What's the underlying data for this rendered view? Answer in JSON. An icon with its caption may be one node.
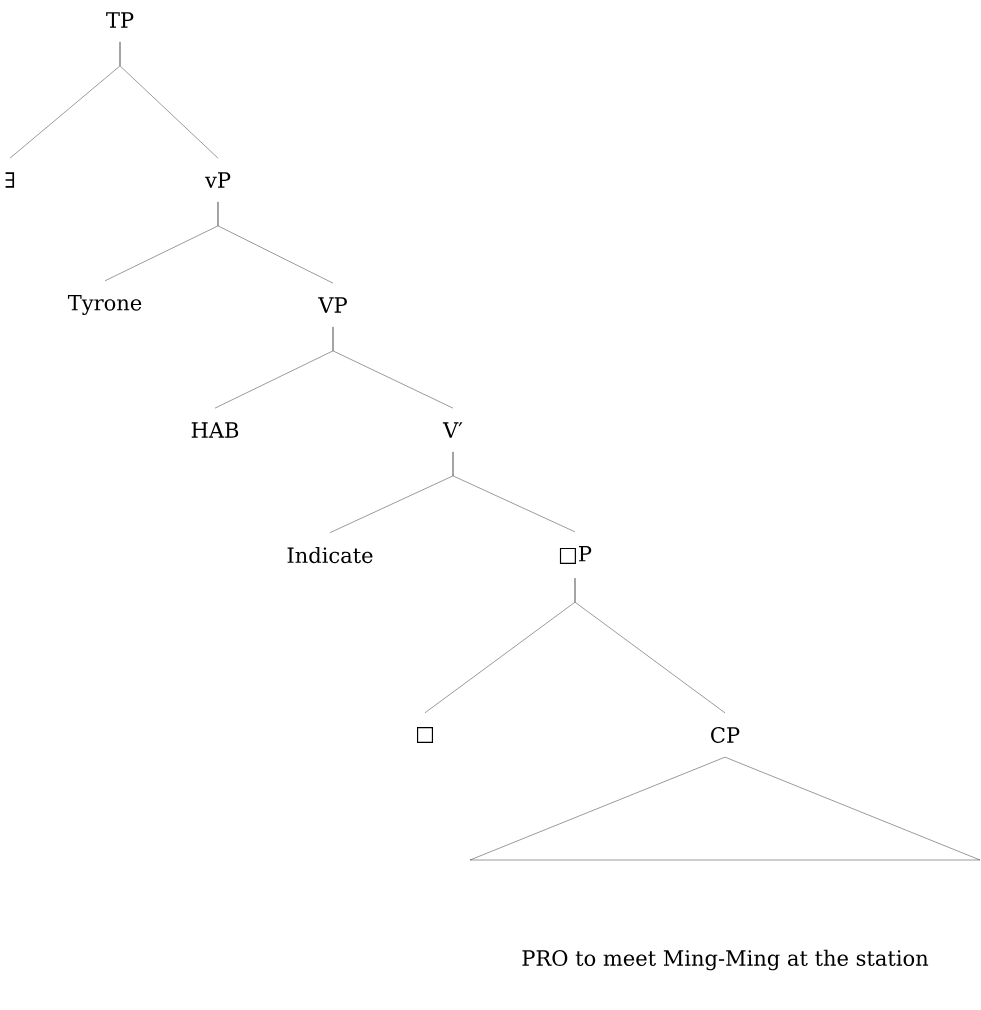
{
  "diagram": {
    "nodes": [
      {
        "text": [
          "TP"
        ]
      },
      {
        "text": [
          "∃"
        ]
      },
      {
        "text": [
          "vP"
        ]
      },
      {
        "text": [
          "Tyrone"
        ]
      },
      {
        "text": [
          "VP"
        ]
      },
      {
        "text": [
          "HAB"
        ]
      },
      {
        "text": [
          "V′"
        ]
      },
      {
        "text": [
          "Indicate"
        ]
      },
      {
        "text": [
          "□P"
        ]
      },
      {
        "text": [
          "□"
        ]
      },
      {
        "text": [
          "CP"
        ]
      },
      {
        "text": [
          "PRO to meet Ming-Ming at the station"
        ]
      }
    ],
    "edges": [
      {
        "from": 0,
        "to": 1,
        "arrow": "none"
      },
      {
        "from": 0,
        "to": 2,
        "arrow": "none"
      },
      {
        "from": 2,
        "to": 3,
        "arrow": "none"
      },
      {
        "from": 2,
        "to": 4,
        "arrow": "none"
      },
      {
        "from": 4,
        "to": 5,
        "arrow": "none"
      },
      {
        "from": 4,
        "to": 6,
        "arrow": "none"
      },
      {
        "from": 6,
        "to": 7,
        "arrow": "none"
      },
      {
        "from": 6,
        "to": 8,
        "arrow": "none"
      },
      {
        "from": 8,
        "to": 9,
        "arrow": "none"
      },
      {
        "from": 8,
        "to": 10,
        "arrow": "none"
      },
      {
        "from": 10,
        "to": 11,
        "arrow": "none"
      }
    ]
  }
}
